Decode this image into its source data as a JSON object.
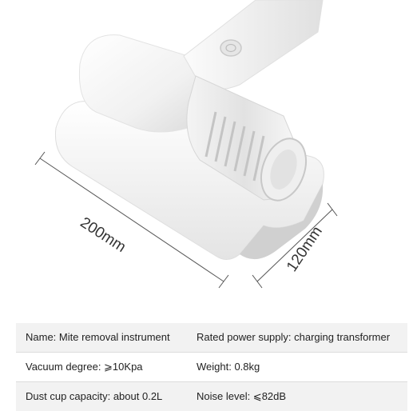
{
  "dimensions": {
    "width_label": "200mm",
    "depth_label": "120mm"
  },
  "specs": {
    "rows": [
      {
        "left": "Name: Mite removal instrument",
        "right": "Rated power supply: charging transformer"
      },
      {
        "left": "Vacuum degree: ⩾10Kpa",
        "right": "Weight: 0.8kg"
      },
      {
        "left": "Dust cup capacity: about 0.2L",
        "right": "Noise level: ⩽82dB"
      }
    ]
  }
}
